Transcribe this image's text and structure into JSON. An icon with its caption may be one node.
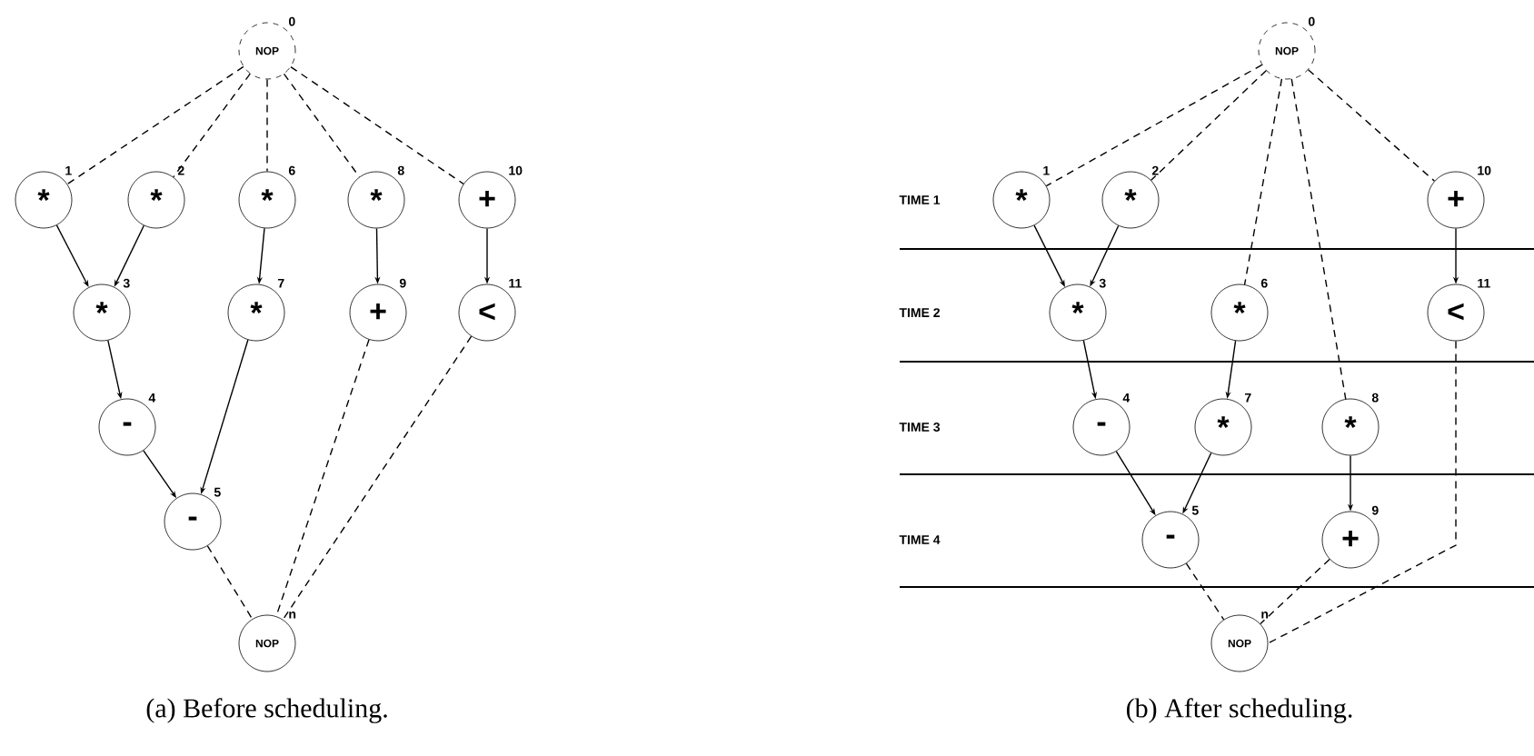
{
  "diagram": {
    "nodes": [
      {
        "text": [
          "NOP"
        ],
        "beside": [
          "0"
        ]
      },
      {
        "text": [
          "*"
        ],
        "beside": [
          "1"
        ]
      },
      {
        "text": [
          "*"
        ],
        "beside": [
          "2"
        ]
      },
      {
        "text": [
          "*"
        ],
        "beside": [
          "3"
        ]
      },
      {
        "text": [
          "-"
        ],
        "beside": [
          "4"
        ]
      },
      {
        "text": [
          "-"
        ],
        "beside": [
          "5"
        ]
      },
      {
        "text": [
          "*"
        ],
        "beside": [
          "6"
        ]
      },
      {
        "text": [
          "*"
        ],
        "beside": [
          "7"
        ]
      },
      {
        "text": [
          "*"
        ],
        "beside": [
          "8"
        ]
      },
      {
        "text": [
          "+"
        ],
        "beside": [
          "9"
        ]
      },
      {
        "text": [
          "+"
        ],
        "beside": [
          "10"
        ]
      },
      {
        "text": [
          "<"
        ],
        "beside": [
          "11"
        ]
      },
      {
        "text": [
          "NOP"
        ],
        "beside": [
          "n"
        ]
      },
      {
        "text": [
          "NOP"
        ],
        "beside": [
          "0"
        ]
      },
      {
        "text": [
          "*"
        ],
        "beside": [
          "1"
        ]
      },
      {
        "text": [
          "*"
        ],
        "beside": [
          "2"
        ]
      },
      {
        "text": [
          "*"
        ],
        "beside": [
          "3"
        ]
      },
      {
        "text": [
          "-"
        ],
        "beside": [
          "4"
        ]
      },
      {
        "text": [
          "-"
        ],
        "beside": [
          "5"
        ]
      },
      {
        "text": [
          "*"
        ],
        "beside": [
          "6"
        ]
      },
      {
        "text": [
          "*"
        ],
        "beside": [
          "7"
        ]
      },
      {
        "text": [
          "*"
        ],
        "beside": [
          "8"
        ]
      },
      {
        "text": [
          "+"
        ],
        "beside": [
          "9"
        ]
      },
      {
        "text": [
          "+"
        ],
        "beside": [
          "10"
        ]
      },
      {
        "text": [
          "<"
        ],
        "beside": [
          "11"
        ]
      },
      {
        "text": [
          "NOP"
        ],
        "beside": [
          "n"
        ]
      }
    ],
    "edges": [
      {
        "from": 0,
        "to": 1,
        "arrow": "none",
        "style": "dashed"
      },
      {
        "from": 0,
        "to": 2,
        "arrow": "none",
        "style": "dashed"
      },
      {
        "from": 0,
        "to": 6,
        "arrow": "none",
        "style": "dashed"
      },
      {
        "from": 0,
        "to": 8,
        "arrow": "none",
        "style": "dashed"
      },
      {
        "from": 0,
        "to": 10,
        "arrow": "none",
        "style": "dashed"
      },
      {
        "from": 1,
        "to": 3,
        "arrow": "to"
      },
      {
        "from": 2,
        "to": 3,
        "arrow": "to"
      },
      {
        "from": 6,
        "to": 7,
        "arrow": "to"
      },
      {
        "from": 8,
        "to": 9,
        "arrow": "to"
      },
      {
        "from": 10,
        "to": 11,
        "arrow": "to"
      },
      {
        "from": 3,
        "to": 4,
        "arrow": "to"
      },
      {
        "from": 4,
        "to": 5,
        "arrow": "to"
      },
      {
        "from": 7,
        "to": 5,
        "arrow": "to"
      },
      {
        "from": 5,
        "to": 12,
        "arrow": "none",
        "style": "dashed"
      },
      {
        "from": 9,
        "to": 12,
        "arrow": "none",
        "style": "dashed"
      },
      {
        "from": 11,
        "to": 12,
        "arrow": "none",
        "style": "dashed"
      },
      {
        "from": 13,
        "to": 14,
        "arrow": "none",
        "style": "dashed"
      },
      {
        "from": 13,
        "to": 15,
        "arrow": "none",
        "style": "dashed"
      },
      {
        "from": 13,
        "to": 19,
        "arrow": "none",
        "style": "dashed"
      },
      {
        "from": 13,
        "to": 21,
        "arrow": "none",
        "style": "dashed"
      },
      {
        "from": 13,
        "to": 23,
        "arrow": "none",
        "style": "dashed"
      },
      {
        "from": 14,
        "to": 16,
        "arrow": "to"
      },
      {
        "from": 15,
        "to": 16,
        "arrow": "to"
      },
      {
        "from": 19,
        "to": 20,
        "arrow": "to"
      },
      {
        "from": 21,
        "to": 22,
        "arrow": "to"
      },
      {
        "from": 23,
        "to": 24,
        "arrow": "to"
      },
      {
        "from": 16,
        "to": 17,
        "arrow": "to"
      },
      {
        "from": 17,
        "to": 18,
        "arrow": "to"
      },
      {
        "from": 20,
        "to": 18,
        "arrow": "to"
      },
      {
        "from": 18,
        "to": 25,
        "arrow": "none",
        "style": "dashed"
      },
      {
        "from": 22,
        "to": 25,
        "arrow": "none",
        "style": "dashed"
      },
      {
        "from": 24,
        "to": 25,
        "arrow": "none",
        "style": "dashed"
      }
    ],
    "labels": [
      "TIME 1",
      "TIME 2",
      "TIME 3",
      "TIME 4",
      "(a) Before scheduling.",
      "(b) After scheduling."
    ]
  }
}
